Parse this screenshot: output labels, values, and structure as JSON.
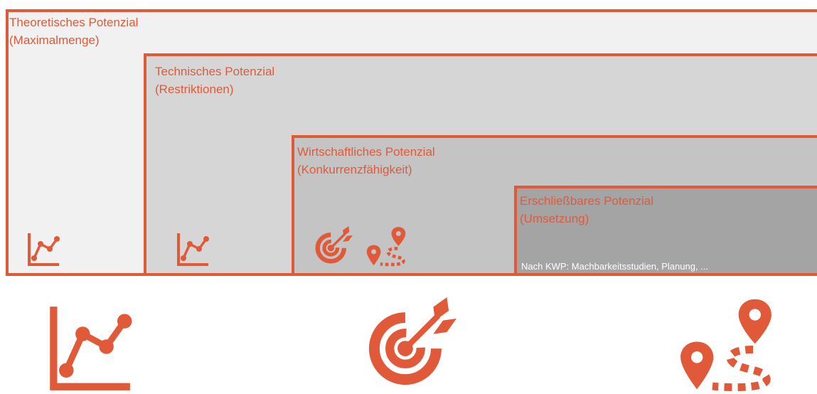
{
  "levels": [
    {
      "title": "Theoretisches Potenzial",
      "subtitle": "(Maximalmenge)"
    },
    {
      "title": "Technisches Potenzial",
      "subtitle": "(Restriktionen)"
    },
    {
      "title": "Wirtschaftliches Potenzial",
      "subtitle": "(Konkurrenzfähigkeit)"
    },
    {
      "title": "Erschließbares Potenzial",
      "subtitle": "(Umsetzung)",
      "note": "Nach KWP: Machbarkeitsstudien, Planung, ..."
    }
  ],
  "icons": {
    "level_1": [
      "line-chart-icon"
    ],
    "level_2": [
      "line-chart-icon"
    ],
    "level_3": [
      "target-icon",
      "route-icon"
    ],
    "legend": [
      "line-chart-icon",
      "target-icon",
      "route-icon"
    ]
  },
  "colors": {
    "accent": "#e05a3a",
    "level_1_fill": "#f1f1f1",
    "level_2_fill": "#d6d6d6",
    "level_3_fill": "#c4c4c4",
    "level_4_fill": "#a4a4a4"
  }
}
